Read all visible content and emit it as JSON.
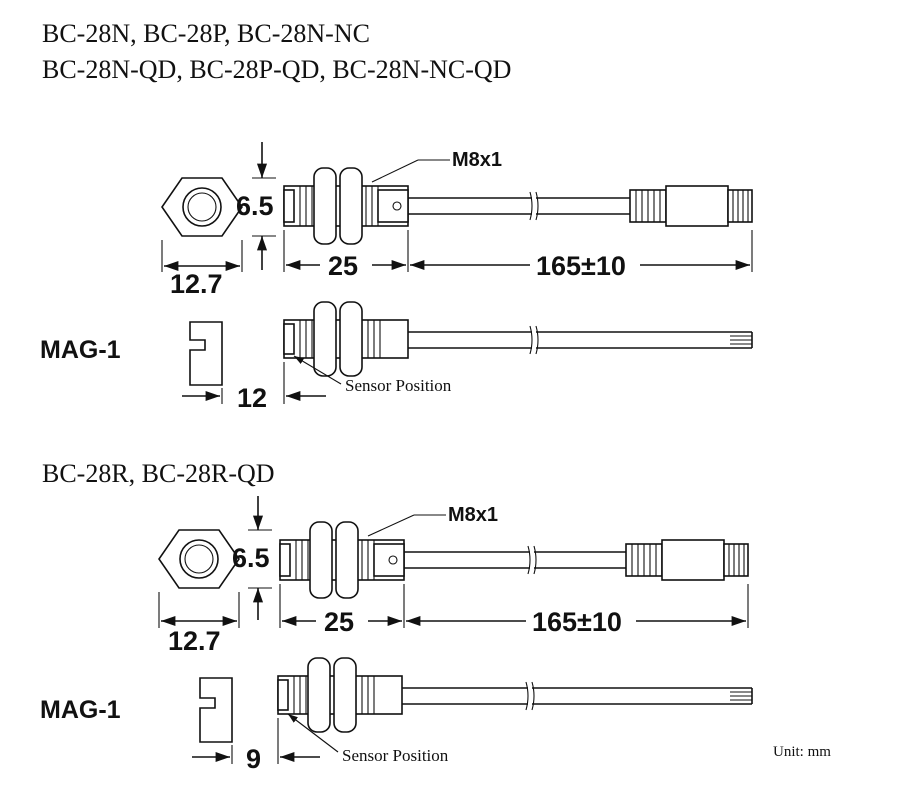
{
  "titles": {
    "top_line1": "BC-28N, BC-28P, BC-28N-NC",
    "top_line2": "BC-28N-QD, BC-28P-QD, BC-28N-NC-QD",
    "bottom": "BC-28R, BC-28R-QD"
  },
  "top": {
    "thread": "M8x1",
    "hex_height": "6.5",
    "hex_width": "12.7",
    "body_length": "25",
    "cable_length": "165±10",
    "magnet_label": "MAG-1",
    "magnet_distance": "12",
    "sensor_position": "Sensor Position"
  },
  "bottom": {
    "thread": "M8x1",
    "hex_height": "6.5",
    "hex_width": "12.7",
    "body_length": "25",
    "cable_length": "165±10",
    "magnet_label": "MAG-1",
    "magnet_distance": "9",
    "sensor_position": "Sensor Position"
  },
  "unit_note": "Unit: mm"
}
